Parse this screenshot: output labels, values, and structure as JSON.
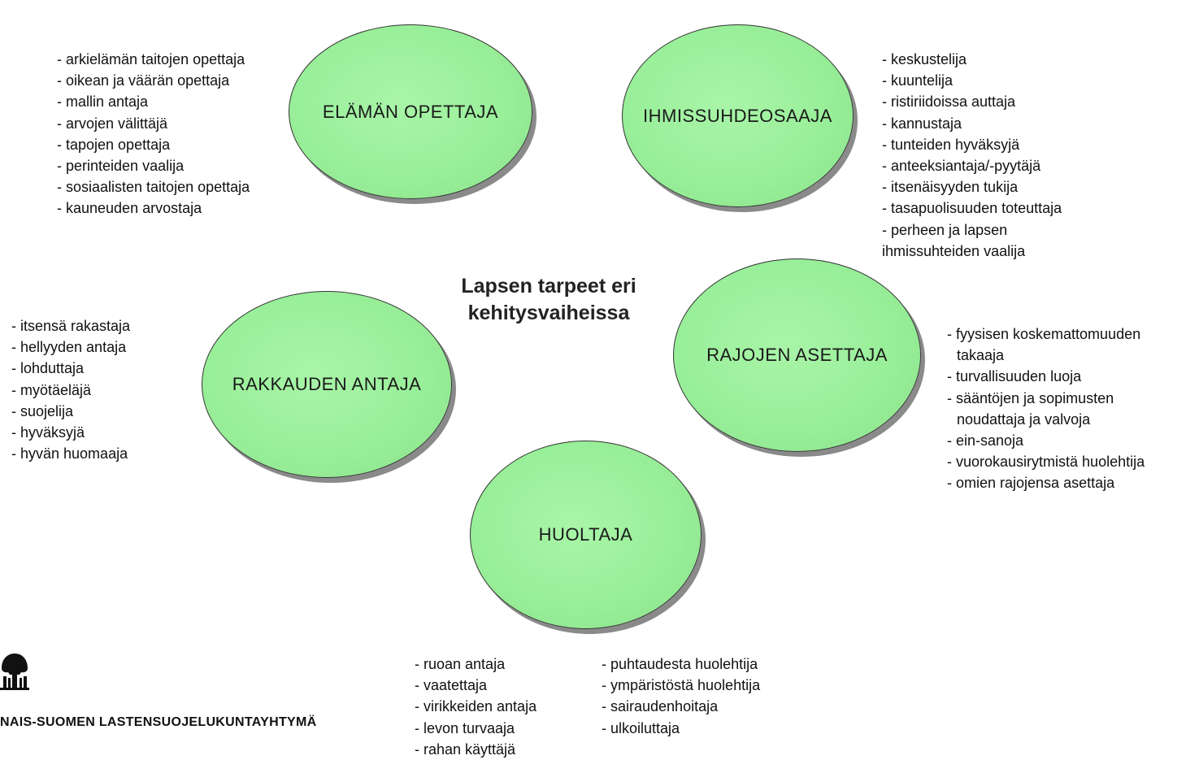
{
  "center_title": {
    "line1": "Lapsen tarpeet eri",
    "line2": "kehitysvaiheissa"
  },
  "roles": {
    "elaman_opettaja": {
      "label": "ELÄMÄN OPETTAJA",
      "items": [
        "- arkielämän taitojen opettaja",
        "- oikean ja väärän opettaja",
        "- mallin antaja",
        "- arvojen välittäjä",
        "- tapojen opettaja",
        "- perinteiden vaalija",
        "- sosiaalisten taitojen opettaja",
        "- kauneuden arvostaja"
      ]
    },
    "ihmissuhdeosaaja": {
      "label": "IHMISSUHDEOSAAJA",
      "items": [
        "- keskustelija",
        "- kuuntelija",
        "- ristiriidoissa auttaja",
        "- kannustaja",
        "- tunteiden hyväksyjä",
        "- anteeksiantaja/-pyytäjä",
        "- itsenäisyyden tukija",
        "- tasapuolisuuden toteuttaja",
        "- perheen ja lapsen",
        "ihmissuhteiden vaalija"
      ]
    },
    "rakkauden_antaja": {
      "label": "RAKKAUDEN ANTAJA",
      "items": [
        "- itsensä rakastaja",
        "- hellyyden antaja",
        "- lohduttaja",
        "- myötäeläjä",
        "- suojelija",
        "- hyväksyjä",
        "- hyvän huomaaja"
      ]
    },
    "rajojen_asettaja": {
      "label": "RAJOJEN ASETTAJA",
      "items": [
        "- fyysisen koskemattomuuden takaaja",
        "- turvallisuuden luoja",
        "- sääntöjen ja sopimusten noudattaja ja valvoja",
        "- ein-sanoja",
        "- vuorokausirytmistä huolehtija",
        "- omien rajojensa asettaja"
      ]
    },
    "huoltaja": {
      "label": "HUOLTAJA",
      "items_left": [
        "- ruoan antaja",
        "- vaatettaja",
        "- virikkeiden antaja",
        "- levon turvaaja",
        "- rahan käyttäjä"
      ],
      "items_right": [
        "- puhtaudesta huolehtija",
        "- ympäristöstä huolehtija",
        "- sairaudenhoitaja",
        "- ulkoiluttaja"
      ]
    }
  },
  "organization": "NAIS-SUOMEN LASTENSUOJELUKUNTAYHTYMÄ",
  "colors": {
    "ellipse_fill": "#98ee98",
    "ellipse_border": "#333333",
    "shadow": "#8a8a8a"
  }
}
